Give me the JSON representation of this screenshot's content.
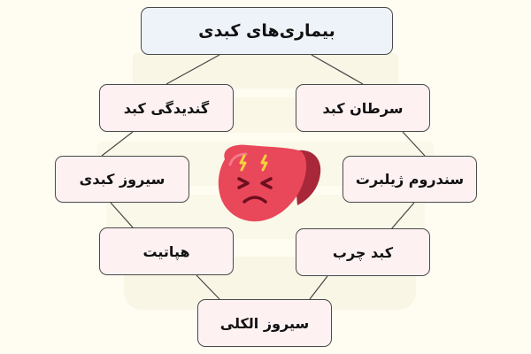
{
  "diagram": {
    "title": "بیماری‌های کبدی",
    "nodes": {
      "liver_cancer": "سرطان کبد",
      "liver_rot": "گندیدگی کبد",
      "gilbert_syndrome": "سندروم ژیلبرت",
      "cirrhosis": "سیروز کبدی",
      "fatty_liver": "کبد چرب",
      "hepatitis": "هپاتیت",
      "alcoholic_cirrhosis": "سیروز الکلی"
    },
    "illustration": "sad-liver-icon"
  },
  "colors": {
    "background": "#fffdf1",
    "title_box": "#eef3f9",
    "node_box": "#fdf1f2",
    "liver": "#e9475a",
    "liver_dark": "#a8283a",
    "face": "#6d0f1f",
    "sparks": "#f6d23c"
  }
}
